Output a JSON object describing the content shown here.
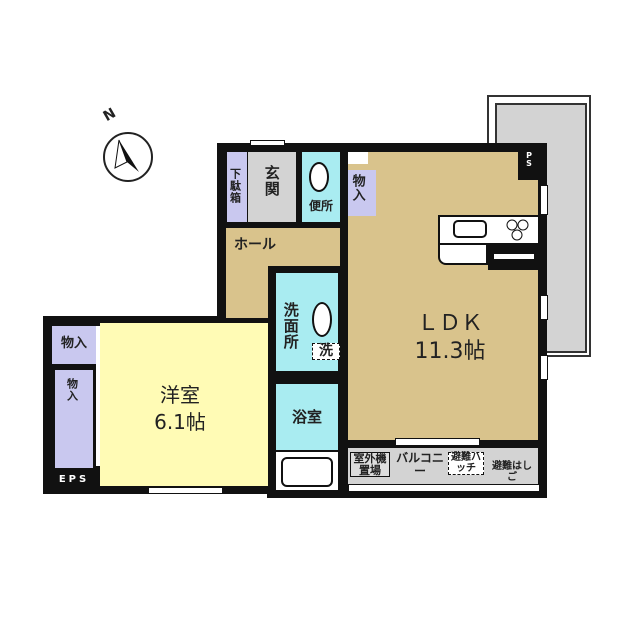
{
  "compass": {
    "label": "N"
  },
  "rooms": {
    "ldk": {
      "name": "ＬＤＫ",
      "size": "11.3帖"
    },
    "western": {
      "name": "洋室",
      "size": "6.1帖"
    },
    "hall": "ホール",
    "entrance": "玄関",
    "shoe_box": "下駄箱",
    "toilet": "便所",
    "storage_ldk": "物入",
    "storage_west": "物入",
    "storage_west2": "物入",
    "washroom": "洗面所",
    "washer": "洗",
    "bath": "浴室",
    "eps": "EPS",
    "ps": "PS",
    "balcony": "バルコニー",
    "ac_unit": "室外機置場",
    "hatch": "避難ハッチ",
    "ladder": "避難はしご"
  },
  "colors": {
    "ldk": "#d9c38c",
    "western": "#fffbb5",
    "wet": "#a9ecf1",
    "storage": "#c9c8ef",
    "gray": "#d3d3d3",
    "wall": "#111111"
  }
}
